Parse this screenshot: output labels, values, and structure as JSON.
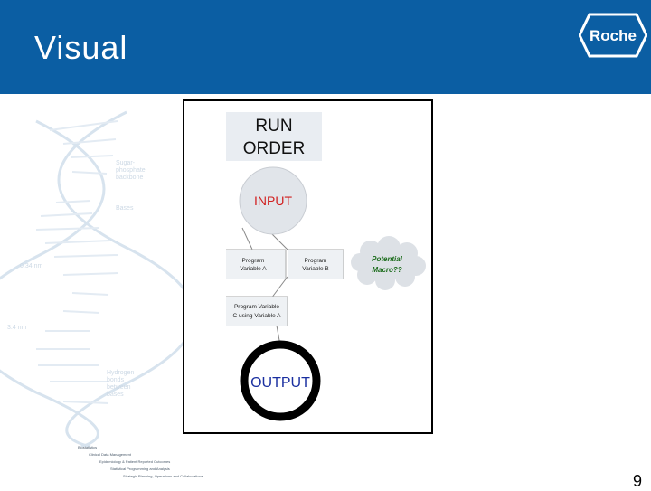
{
  "slide": {
    "title": "Visual",
    "page_number": "9",
    "logo_text": "Roche"
  },
  "diagram": {
    "run_order": [
      "RUN",
      "ORDER"
    ],
    "input": "INPUT",
    "program_a": [
      "Program",
      "Variable A"
    ],
    "program_b": [
      "Program",
      "Variable B"
    ],
    "potential": [
      "Potential",
      "Macro??"
    ],
    "program_c": [
      "Program Variable",
      "C using Variable A"
    ],
    "output": "OUTPUT"
  },
  "dna": {
    "labels": [
      "Sugar-",
      "phosphate",
      "backbone",
      "Bases",
      "0.34 nm",
      "3.4 nm",
      "Hydrogen",
      "bonds",
      "between",
      "bases"
    ]
  },
  "footer": {
    "lines": [
      "Biostatistics",
      "Clinical Data Management",
      "Epidemiology & Patient Reported Outcomes",
      "Statistical Programming and Analysis",
      "Strategic Planning, Operations and Collaborations"
    ]
  },
  "colors": {
    "header": "#0b5ea3",
    "input_text": "#d11f1f",
    "potential_text": "#1a6b1a",
    "output_text": "#1a2fa0"
  }
}
